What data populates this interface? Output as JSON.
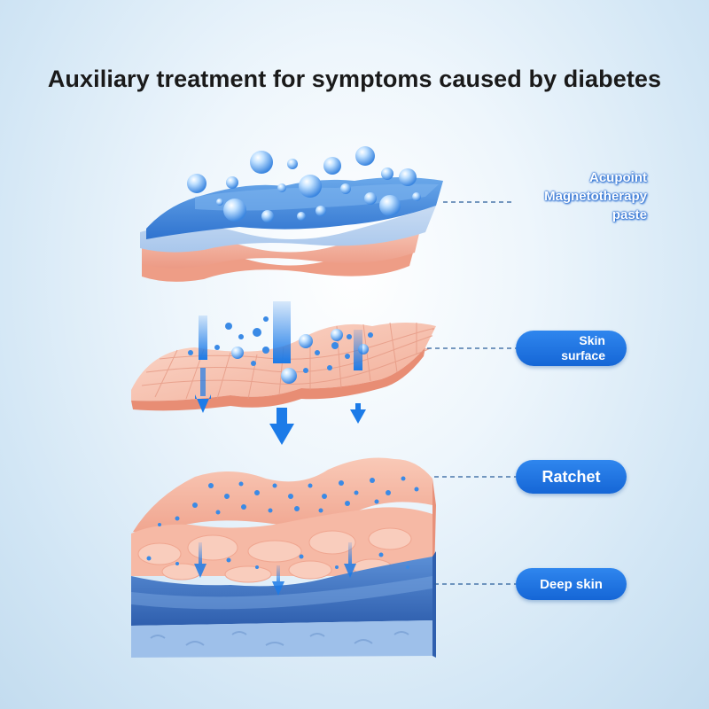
{
  "title": "Auxiliary treatment for symptoms caused by diabetes",
  "labels": {
    "acupoint_lines": [
      "Acupoint",
      "Magnetotherapy",
      "paste"
    ],
    "skin_surface_lines": [
      "Skin",
      "surface"
    ],
    "ratchet": "Ratchet",
    "deep_skin": "Deep skin"
  },
  "colors": {
    "pill_blue": "#1e6fe0",
    "patch_blue": "#3f86d8",
    "skin_pink": "#f4b3a0",
    "deep_blue": "#3f73bf"
  }
}
